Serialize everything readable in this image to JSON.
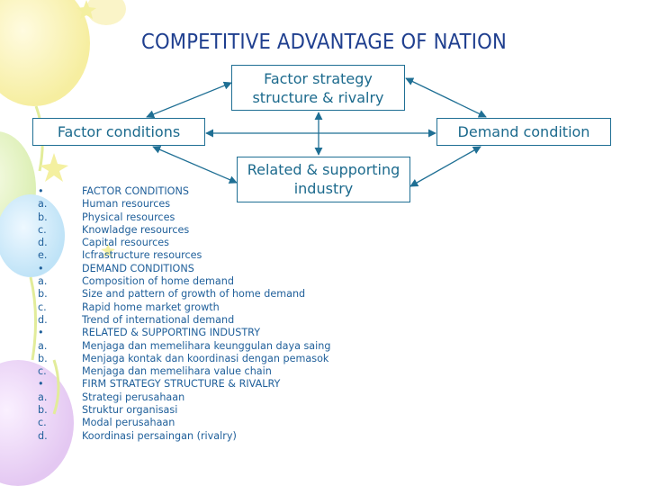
{
  "title": "COMPETITIVE ADVANTAGE OF NATION",
  "diagram": {
    "top": "Factor strategy structure & rivalry",
    "left": "Factor conditions",
    "right": "Demand condition",
    "bottom": "Related & supporting industry"
  },
  "outline": [
    {
      "marker": "•",
      "text": "FACTOR CONDITIONS"
    },
    {
      "marker": "a.",
      "text": "Human resources"
    },
    {
      "marker": "b.",
      "text": "Physical resources"
    },
    {
      "marker": "c.",
      "text": "Knowladge resources"
    },
    {
      "marker": "d.",
      "text": "Capital resources"
    },
    {
      "marker": "e.",
      "text": "Icfrastructure resources"
    },
    {
      "marker": "•",
      "text": "DEMAND CONDITIONS"
    },
    {
      "marker": "a.",
      "text": "Composition of home demand"
    },
    {
      "marker": "b.",
      "text": "Size and pattern of growth of home demand"
    },
    {
      "marker": "c.",
      "text": "Rapid home market growth"
    },
    {
      "marker": "d.",
      "text": "Trend of international demand"
    },
    {
      "marker": "•",
      "text": "RELATED & SUPPORTING INDUSTRY"
    },
    {
      "marker": "a.",
      "text": "Menjaga dan memelihara keunggulan daya saing"
    },
    {
      "marker": "b.",
      "text": "Menjaga kontak dan koordinasi dengan pemasok"
    },
    {
      "marker": "c.",
      "text": "Menjaga dan memelihara value chain"
    },
    {
      "marker": "•",
      "text": "FIRM STRATEGY STRUCTURE & RIVALRY"
    },
    {
      "marker": "a.",
      "text": "Strategi perusahaan"
    },
    {
      "marker": "b.",
      "text": "Struktur organisasi"
    },
    {
      "marker": "c.",
      "text": "Modal perusahaan"
    },
    {
      "marker": "d.",
      "text": "Koordinasi persaingan (rivalry)"
    }
  ],
  "colors": {
    "title": "#1f3f8f",
    "box_border": "#1f6f94",
    "box_text": "#1c6a8d",
    "arrow": "#1f6f94",
    "list_text": "#1f5f9a"
  }
}
